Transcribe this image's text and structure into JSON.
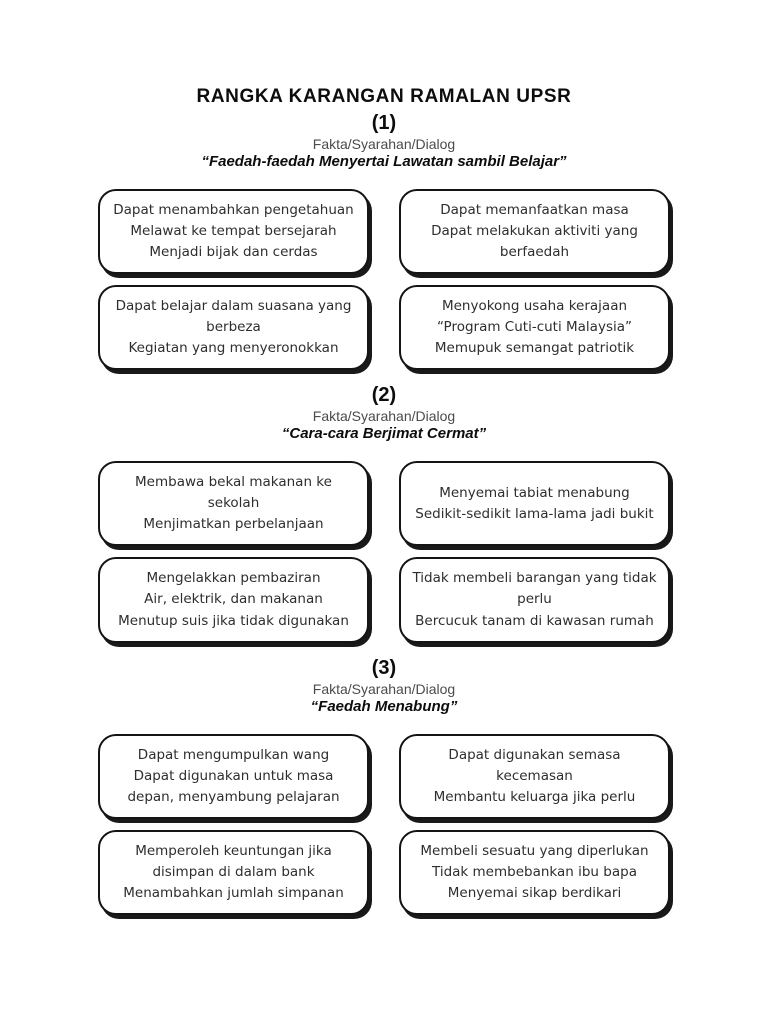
{
  "page": {
    "title": "RANGKA KARANGAN RAMALAN UPSR"
  },
  "sections": [
    {
      "number": "(1)",
      "type_label": "Fakta/Syarahan/Dialog",
      "topic": "“Faedah-faedah Menyertai Lawatan sambil Belajar”",
      "boxes": [
        {
          "text": "Dapat menambahkan pengetahuan\nMelawat ke tempat bersejarah\nMenjadi bijak dan cerdas"
        },
        {
          "text": "Dapat memanfaatkan masa\nDapat melakukan aktiviti yang berfaedah"
        },
        {
          "text": "Dapat belajar dalam suasana yang berbeza\nKegiatan yang menyeronokkan"
        },
        {
          "text": "Menyokong usaha kerajaan\n“Program Cuti-cuti Malaysia”\nMemupuk semangat patriotik"
        }
      ]
    },
    {
      "number": "(2)",
      "type_label": "Fakta/Syarahan/Dialog",
      "topic": "“Cara-cara Berjimat Cermat”",
      "boxes": [
        {
          "text": "Membawa bekal makanan ke sekolah\nMenjimatkan perbelanjaan"
        },
        {
          "text": "Menyemai tabiat menabung\nSedikit-sedikit lama-lama jadi bukit"
        },
        {
          "text": "Mengelakkan pembaziran\nAir, elektrik, dan makanan\nMenutup suis jika tidak digunakan"
        },
        {
          "text": "Tidak membeli barangan yang tidak perlu\nBercucuk tanam di kawasan rumah"
        }
      ]
    },
    {
      "number": "(3)",
      "type_label": "Fakta/Syarahan/Dialog",
      "topic": "“Faedah Menabung”",
      "boxes": [
        {
          "text": "Dapat mengumpulkan wang\nDapat digunakan untuk masa depan, menyambung pelajaran"
        },
        {
          "text": "Dapat digunakan semasa kecemasan\nMembantu keluarga jika perlu"
        },
        {
          "text": "Memperoleh keuntungan jika disimpan di dalam bank\nMenambahkan jumlah simpanan"
        },
        {
          "text": "Membeli sesuatu yang diperlukan\nTidak membebankan ibu bapa\nMenyemai sikap berdikari"
        }
      ]
    }
  ]
}
